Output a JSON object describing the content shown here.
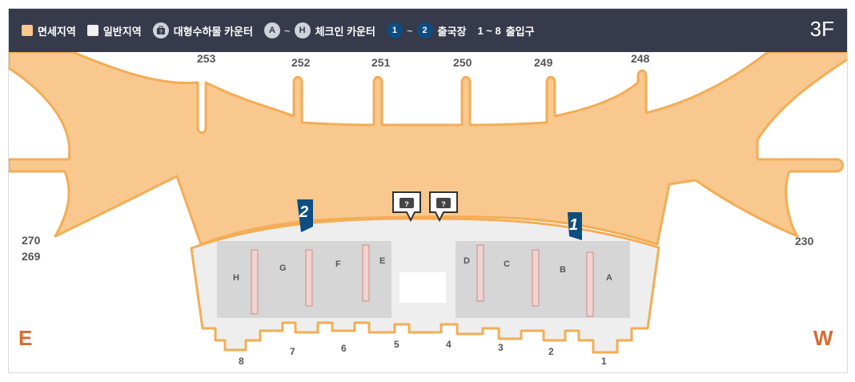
{
  "legend": {
    "duty_free": "면세지역",
    "general": "일반지역",
    "oversize_baggage": "대형수하물 카운터",
    "checkin_from": "A",
    "checkin_sep": "~",
    "checkin_to": "H",
    "checkin_label": "체크인 카운터",
    "departure_from": "1",
    "departure_sep": "~",
    "departure_to": "2",
    "departure_label": "출국장",
    "exits_range": "1 ~ 8",
    "exits_label": "출입구"
  },
  "floor": "3F",
  "gates": {
    "g253": "253",
    "g252": "252",
    "g251": "251",
    "g250": "250",
    "g249": "249",
    "g248": "248",
    "g270": "270",
    "g269": "269",
    "g230": "230"
  },
  "counters": {
    "a": "A",
    "b": "B",
    "c": "C",
    "d": "D",
    "e": "E",
    "f": "F",
    "g": "G",
    "h": "H"
  },
  "departures": {
    "d1": "1",
    "d2": "2"
  },
  "exits": {
    "e1": "1",
    "e2": "2",
    "e3": "3",
    "e4": "4",
    "e5": "5",
    "e6": "6",
    "e7": "7",
    "e8": "8"
  },
  "directions": {
    "east": "E",
    "west": "W"
  },
  "colors": {
    "duty_free": "#f8c88f",
    "duty_free_border": "#f3ad55",
    "general": "#eeeeee",
    "counter_zone": "#d6d6d6",
    "departure_flag": "#0d4d82",
    "legend_bg": "#363a4b",
    "direction": "#d96a32"
  }
}
